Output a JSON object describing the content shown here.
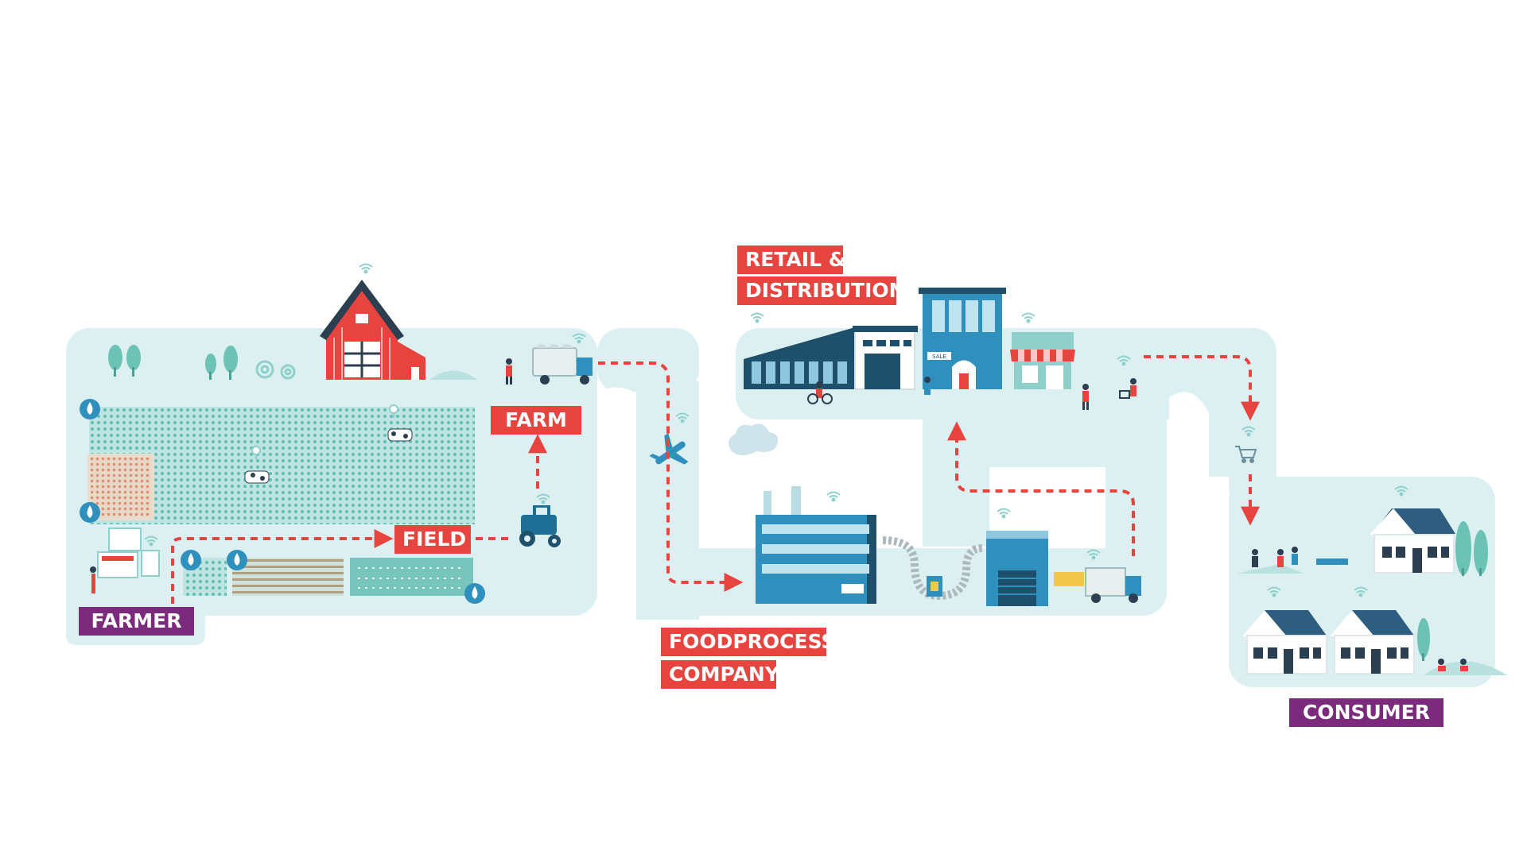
{
  "labels": {
    "farmer": "FARMER",
    "field": "FIELD",
    "farm": "FARM",
    "foodprocess": "FOODPROCESS",
    "company": "COMPANY",
    "retail": "RETAIL &",
    "distribution": "DISTRIBUTION",
    "consumer": "CONSUMER",
    "sale_sign": "SALE"
  },
  "colors": {
    "road": "#dcf0f2",
    "label_red": "#e8443f",
    "label_purple": "#7b2a7c",
    "flow_arrow": "#e8443f",
    "building_blue": "#2f8fbd",
    "dark_navy": "#1e4f6b",
    "crop_teal": "#8fd0cb"
  },
  "icons": [
    "barn-icon",
    "truck-icon",
    "tractor-icon",
    "airplane-icon",
    "factory-icon",
    "warehouse-icon",
    "shop-icon",
    "house-icon",
    "cow-icon",
    "water-drop-icon",
    "wifi-icon",
    "shopping-cart-icon",
    "person-icon",
    "tree-icon"
  ]
}
